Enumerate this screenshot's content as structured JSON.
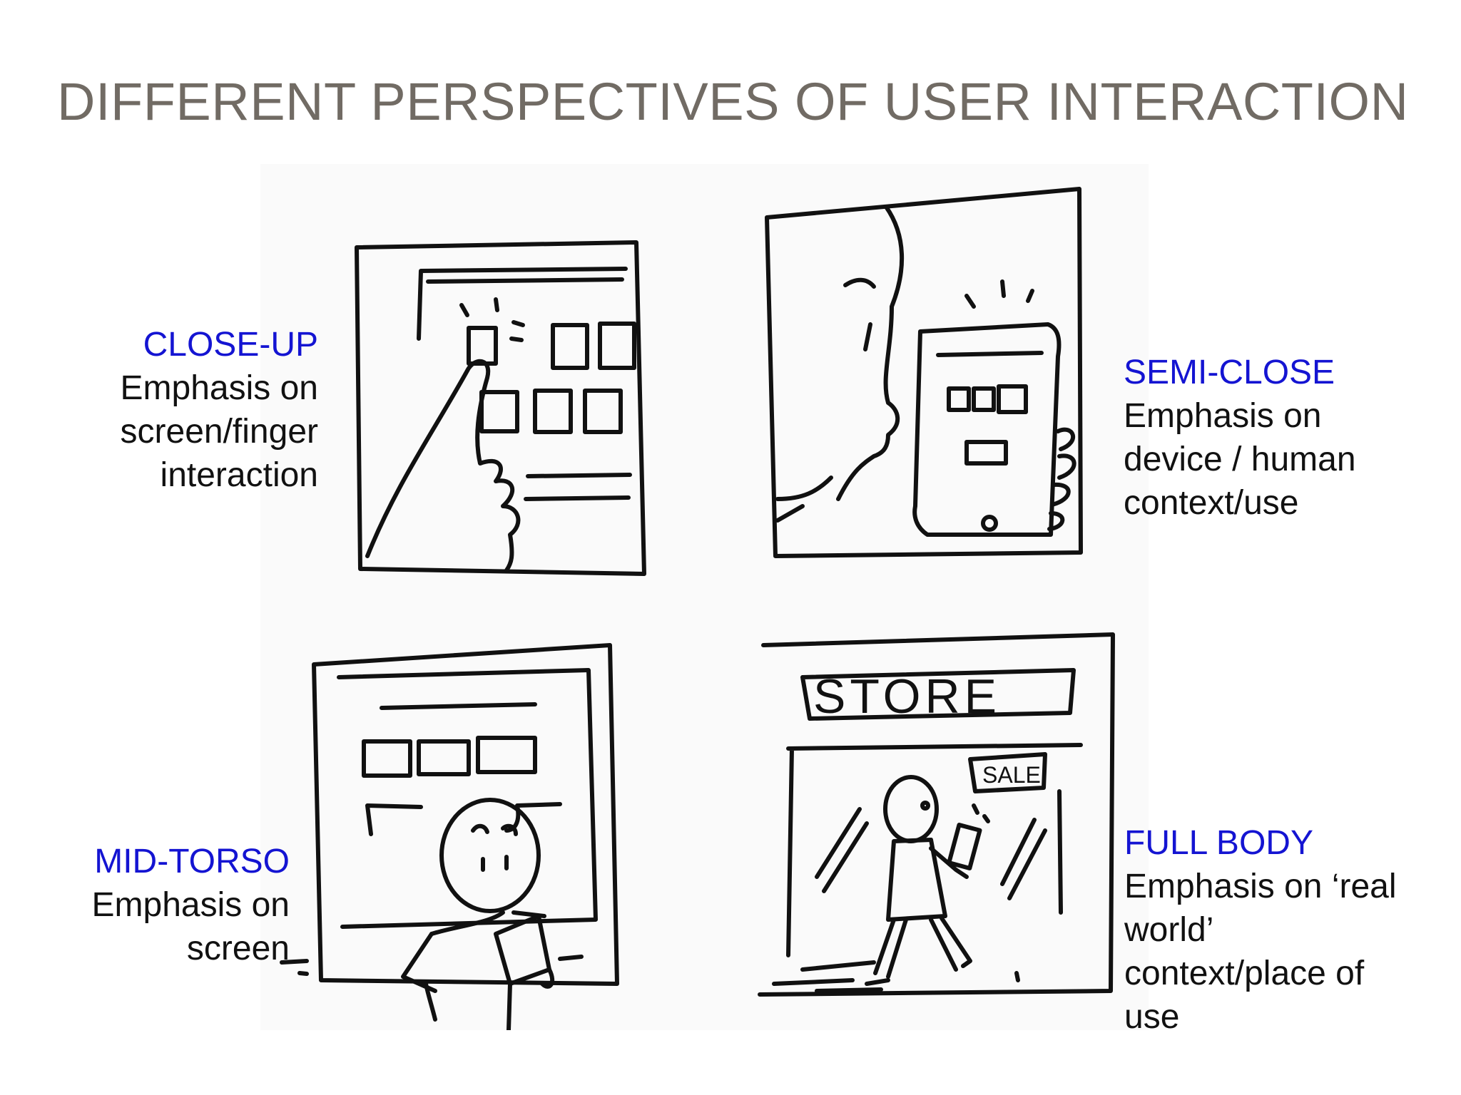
{
  "slide": {
    "title": "DIFFERENT PERSPECTIVES OF USER INTERACTION"
  },
  "perspectives": [
    {
      "heading": "CLOSE-UP",
      "description": "Emphasis on\nscreen/finger\ninteraction"
    },
    {
      "heading": "SEMI-CLOSE",
      "description": "Emphasis on\ndevice / human\ncontext/use"
    },
    {
      "heading": "MID-TORSO",
      "description": "Emphasis on\nscreen"
    },
    {
      "heading": "FULL BODY",
      "description": "Emphasis on ‘real\nworld’\ncontext/place of\nuse"
    }
  ],
  "sketches": {
    "store_sign": "STORE",
    "sale_sign": "SALE"
  },
  "colors": {
    "title": "#716b64",
    "heading": "#1414d2",
    "body": "#111111",
    "ink": "#111111"
  }
}
